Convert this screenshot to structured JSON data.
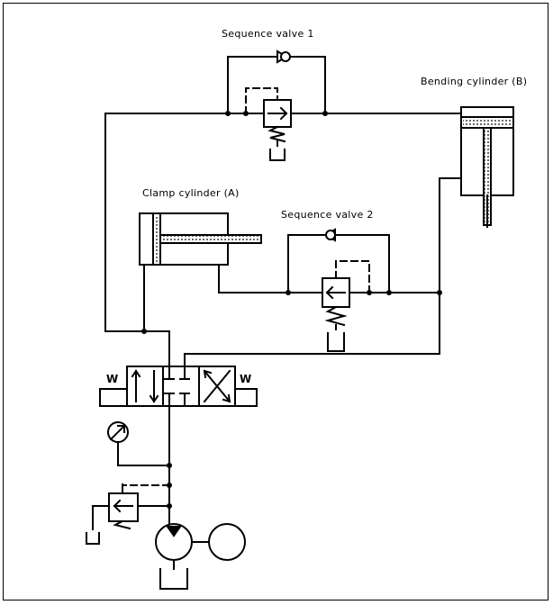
{
  "labels": {
    "sequence_valve_1": "Sequence valve 1",
    "bending_cylinder": "Bending cylinder (B)",
    "clamp_cylinder": "Clamp cylinder (A)",
    "sequence_valve_2": "Sequence valve 2"
  },
  "valve_symbols": {
    "solenoid_left": "W",
    "solenoid_right": "W"
  },
  "colors": {
    "line": "#000000",
    "background": "#ffffff"
  }
}
